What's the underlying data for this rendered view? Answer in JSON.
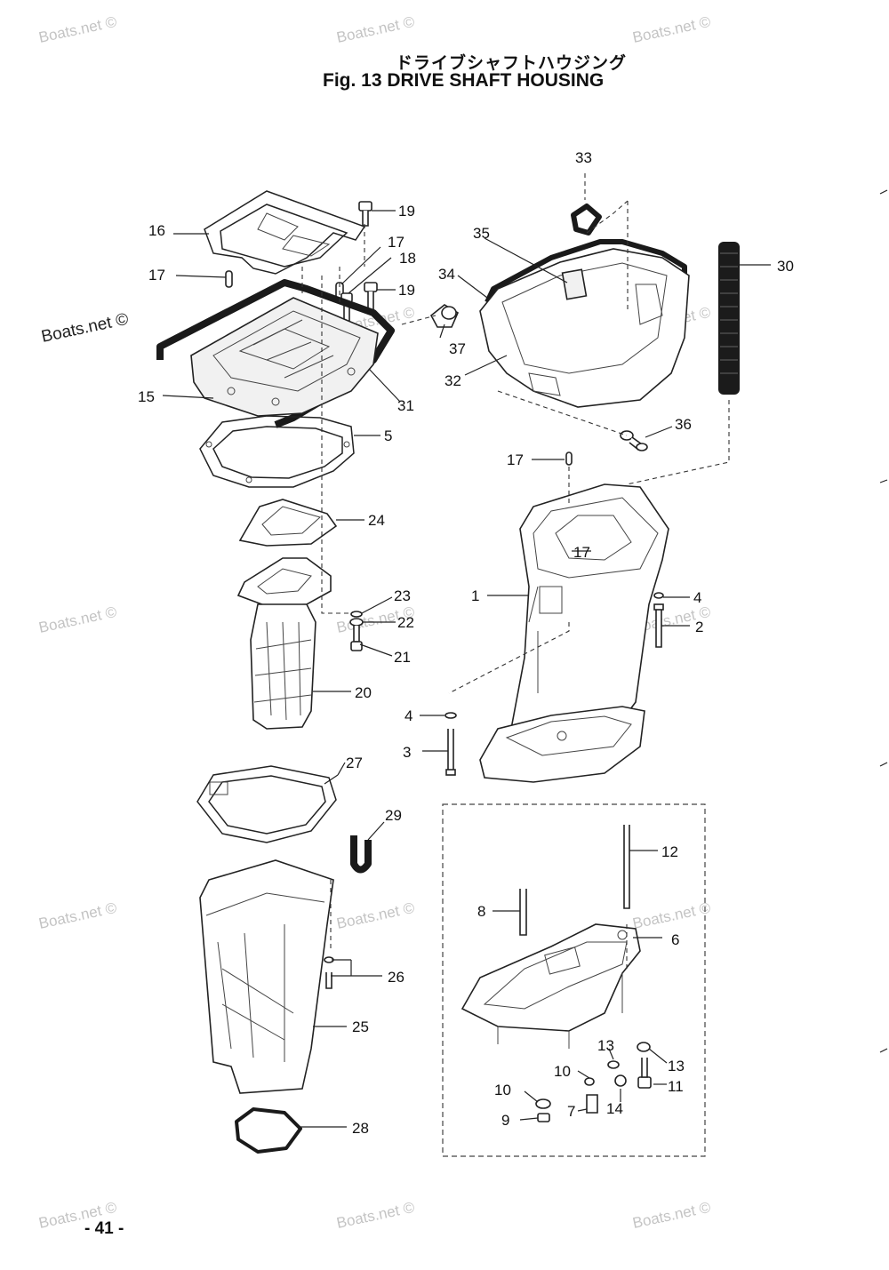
{
  "title": {
    "japanese": "ドライブシャフトハウジング",
    "english": "Fig. 13   DRIVE SHAFT HOUSING"
  },
  "page_number": "- 41 -",
  "watermark": "Boats.net ©",
  "labels": {
    "n1": "1",
    "n2": "2",
    "n3": "3",
    "n4a": "4",
    "n4b": "4",
    "n5": "5",
    "n6": "6",
    "n7": "7",
    "n8": "8",
    "n9": "9",
    "n10a": "10",
    "n10b": "10",
    "n11": "11",
    "n12": "12",
    "n13a": "13",
    "n13b": "13",
    "n14": "14",
    "n15": "15",
    "n16": "16",
    "n17a": "17",
    "n17b": "17",
    "n17c": "17",
    "n17d": "17",
    "n18": "18",
    "n19a": "19",
    "n19b": "19",
    "n20": "20",
    "n21": "21",
    "n22": "22",
    "n23": "23",
    "n24": "24",
    "n25": "25",
    "n26": "26",
    "n27": "27",
    "n28": "28",
    "n29": "29",
    "n30": "30",
    "n31": "31",
    "n32": "32",
    "n33": "33",
    "n34": "34",
    "n35": "35",
    "n36": "36",
    "n37": "37"
  }
}
